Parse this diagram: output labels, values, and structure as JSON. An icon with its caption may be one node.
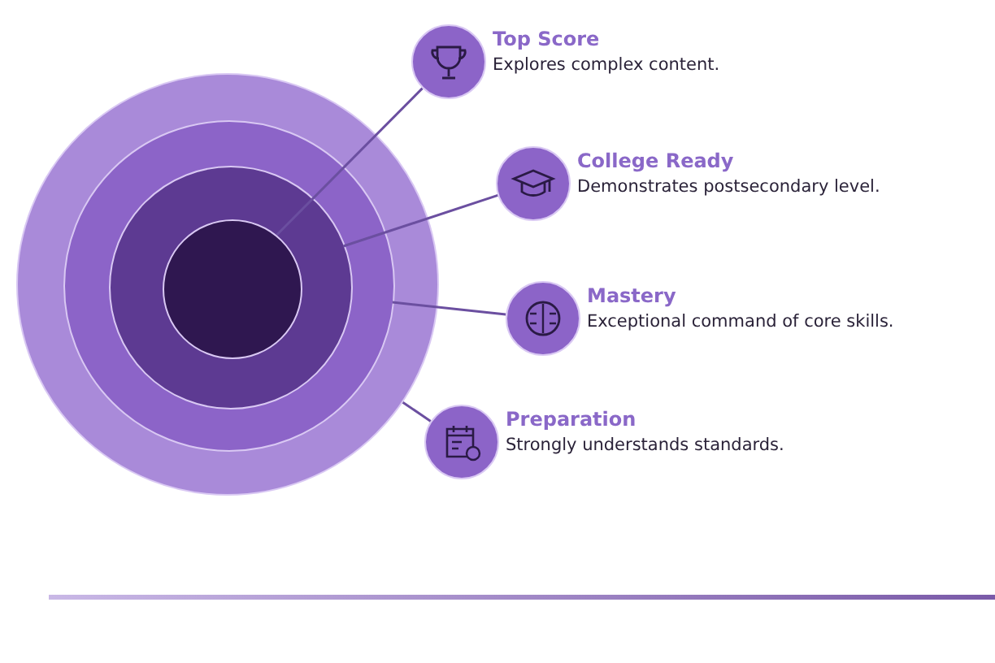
{
  "diagram": {
    "nodes": [
      {
        "text": [],
        "shape": "circle"
      },
      {
        "text": [],
        "shape": "circle",
        "in": 0
      },
      {
        "text": [],
        "shape": "circle",
        "in": 1
      },
      {
        "text": [],
        "shape": "circle",
        "in": 2
      },
      {
        "text": [
          "Top Score",
          "Explores complex content."
        ]
      },
      {
        "text": [
          "College Ready",
          "Demonstrates postsecondary level."
        ]
      },
      {
        "text": [
          "Mastery",
          "Exceptional command of core skills."
        ]
      },
      {
        "text": [
          "Preparation",
          "Strongly understands standards."
        ]
      }
    ],
    "edges": [
      {
        "from": 4,
        "to": 3,
        "arrow": "none"
      },
      {
        "from": 5,
        "to": 2,
        "arrow": "none"
      },
      {
        "from": 6,
        "to": 1,
        "arrow": "none"
      },
      {
        "from": 7,
        "to": 0,
        "arrow": "none"
      }
    ]
  }
}
